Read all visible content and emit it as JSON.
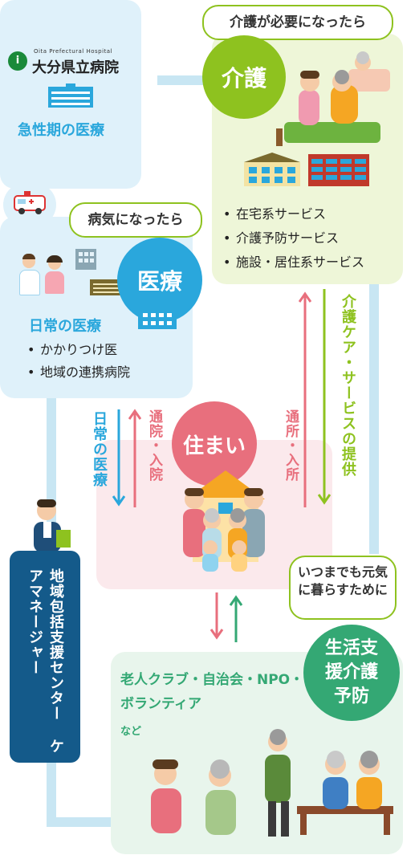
{
  "hospital": {
    "name": "大分県立病院",
    "name_en": "Oita Prefectural Hospital",
    "acute_label": "急性期の医療"
  },
  "care": {
    "bubble": "介護が必要になったら",
    "circle_label": "介護",
    "services": [
      "在宅系サービス",
      "介護予防サービス",
      "施設・居住系サービス"
    ]
  },
  "medical": {
    "bubble": "病気になったら",
    "circle_label": "医療",
    "daily_title": "日常の医療",
    "items": [
      "かかりつけ医",
      "地域の連携病院"
    ]
  },
  "home": {
    "circle_label": "住まい"
  },
  "arrows": {
    "daily_care": "日常の医療",
    "hospital_visit": "通院・入院",
    "facility_visit": "通所・入所",
    "care_service": "介護ケア・サービスの提供"
  },
  "care_manager": {
    "label": "地域包括支援センター ケアマネージャー"
  },
  "support": {
    "bubble": "いつまでも元気に暮らすために",
    "circle_label": "生活支援介護予防",
    "groups": "老人クラブ・自治会・NPO・ボランティア",
    "etc": "など"
  },
  "colors": {
    "hospital_bg": "#dff1fa",
    "care_bg": "#eef6d8",
    "home_bg": "#fbe9ec",
    "support_bg": "#e8f5ec",
    "medical_circle": "#2aa7dc",
    "care_circle": "#8ec21f",
    "home_circle": "#e86f7d",
    "support_circle": "#34a874",
    "care_manager_bg": "#145a8a"
  }
}
